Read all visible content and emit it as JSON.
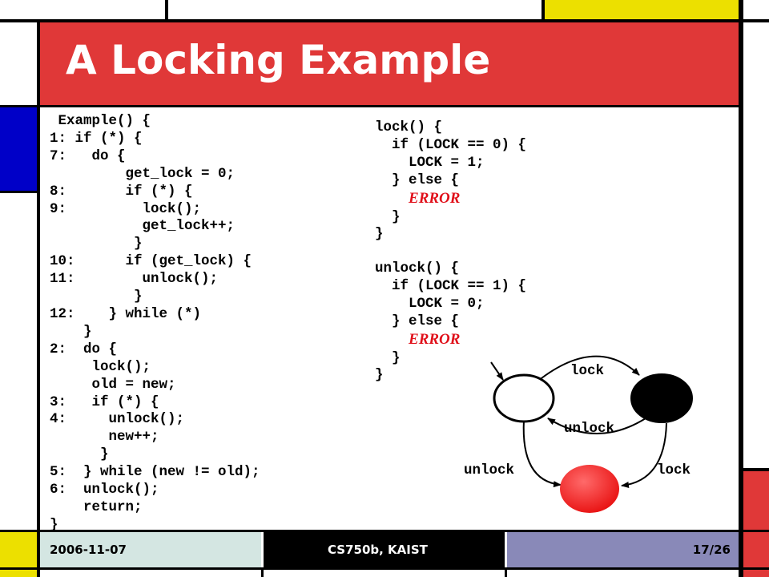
{
  "slide": {
    "title": "A Locking Example",
    "left_code": [
      " Example() {",
      "1: if (*) {",
      "7:   do {",
      "         get_lock = 0;",
      "8:       if (*) {",
      "9:         lock();",
      "           get_lock++;",
      "          }",
      "10:      if (get_lock) {",
      "11:        unlock();",
      "          }",
      "12:    } while (*)",
      "    }",
      "2:  do {",
      "     lock();",
      "     old = new;",
      "3:   if (*) {",
      "4:     unlock();",
      "       new++;",
      "      }",
      "5:  } while (new != old);",
      "6:  unlock();",
      "    return;",
      "}"
    ],
    "lock_fn": {
      "line1": "lock() {",
      "line2": "  if (LOCK == 0) {",
      "line3": "    LOCK = 1;",
      "line4": "  } else {",
      "indent": "    ",
      "error": "ERROR",
      "line6": "  }",
      "line7": "}"
    },
    "unlock_fn": {
      "line1": "unlock() {",
      "line2": "  if (LOCK == 1) {",
      "line3": "    LOCK = 0;",
      "line4": "  } else {",
      "indent": "    ",
      "error": "ERROR",
      "line6": "  }",
      "line7": "}"
    }
  },
  "diagram": {
    "labels": {
      "top_lock": "lock",
      "middle_unlock": "unlock",
      "bottom_unlock": "unlock",
      "bottom_lock": "lock"
    },
    "colors": {
      "unlocked_state": "#ffffff",
      "locked_state": "#000000",
      "error_state": "#ff2a2a"
    }
  },
  "footer": {
    "date": "2006-11-07",
    "course": "CS750b, KAIST",
    "page": "17/26"
  },
  "colors": {
    "title_bar": "#e03838",
    "accent_red": "#e03838",
    "accent_yellow": "#ece000",
    "accent_blue": "#0000c8",
    "footer_left": "#d4e6e2",
    "footer_mid": "#000000",
    "footer_right": "#8989b8"
  }
}
